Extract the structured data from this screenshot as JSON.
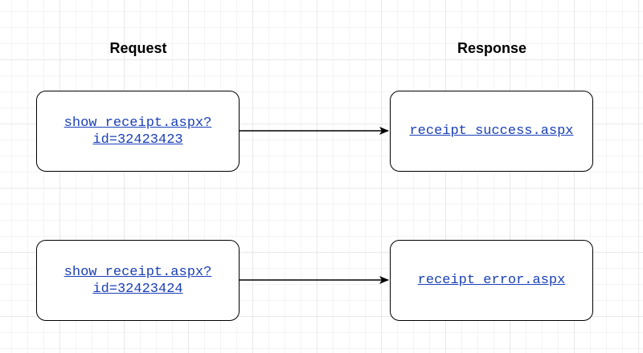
{
  "headings": {
    "request": "Request",
    "response": "Response"
  },
  "rows": [
    {
      "request": "show_receipt.aspx?\nid=32423423",
      "response": "receipt_success.aspx"
    },
    {
      "request": "show_receipt.aspx?\nid=32423424",
      "response": "receipt_error.aspx"
    }
  ],
  "colors": {
    "link": "#1a3fb8",
    "border": "#000000",
    "grid": "#e8e8e8"
  }
}
